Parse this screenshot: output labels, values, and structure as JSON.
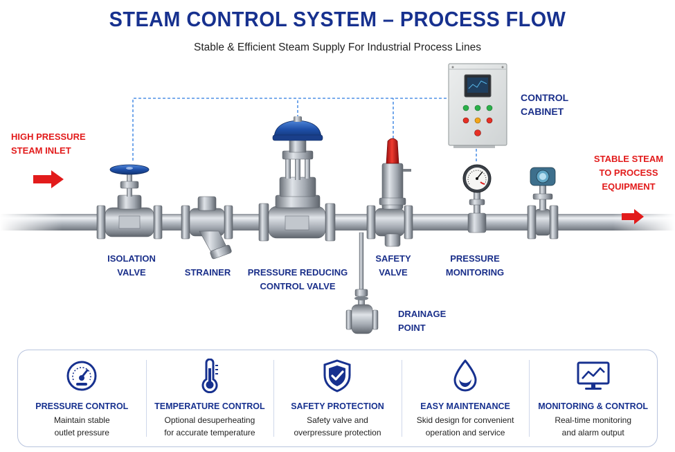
{
  "header": {
    "title": "STEAM CONTROL SYSTEM – PROCESS FLOW",
    "subtitle": "Stable & Efficient Steam Supply For Industrial Process Lines"
  },
  "flow": {
    "inlet": [
      "HIGH PRESSURE",
      "STEAM INLET"
    ],
    "outlet": [
      "STABLE STEAM",
      "TO PROCESS",
      "EQUIPMENT"
    ]
  },
  "components": {
    "isolation_valve": [
      "ISOLATION",
      "VALVE"
    ],
    "strainer": [
      "STRAINER"
    ],
    "pressure_reducing_valve": [
      "PRESSURE REDUCING",
      "CONTROL VALVE"
    ],
    "safety_valve": [
      "SAFETY",
      "VALVE"
    ],
    "pressure_monitoring": [
      "PRESSURE",
      "MONITORING"
    ],
    "drainage_point": [
      "DRAINAGE",
      "POINT"
    ],
    "control_cabinet": [
      "CONTROL",
      "CABINET"
    ]
  },
  "features": [
    {
      "icon": "gauge-icon",
      "title": "PRESSURE CONTROL",
      "desc": [
        "Maintain stable",
        "outlet pressure"
      ]
    },
    {
      "icon": "thermometer-icon",
      "title": "TEMPERATURE CONTROL",
      "desc": [
        "Optional desuperheating",
        "for accurate temperature"
      ]
    },
    {
      "icon": "shield-check-icon",
      "title": "SAFETY PROTECTION",
      "desc": [
        "Safety valve and",
        "overpressure protection"
      ]
    },
    {
      "icon": "water-drop-icon",
      "title": "EASY MAINTENANCE",
      "desc": [
        "Skid design for convenient",
        "operation and service"
      ]
    },
    {
      "icon": "monitor-chart-icon",
      "title": "MONITORING & CONTROL",
      "desc": [
        "Real-time monitoring",
        "and alarm output"
      ]
    }
  ],
  "colors": {
    "title_blue": "#17318f",
    "label_blue": "#1a2f8a",
    "accent_red": "#e21b1b",
    "signal_blue": "#2a7ae0",
    "valve_blue": "#1e4fa8"
  }
}
